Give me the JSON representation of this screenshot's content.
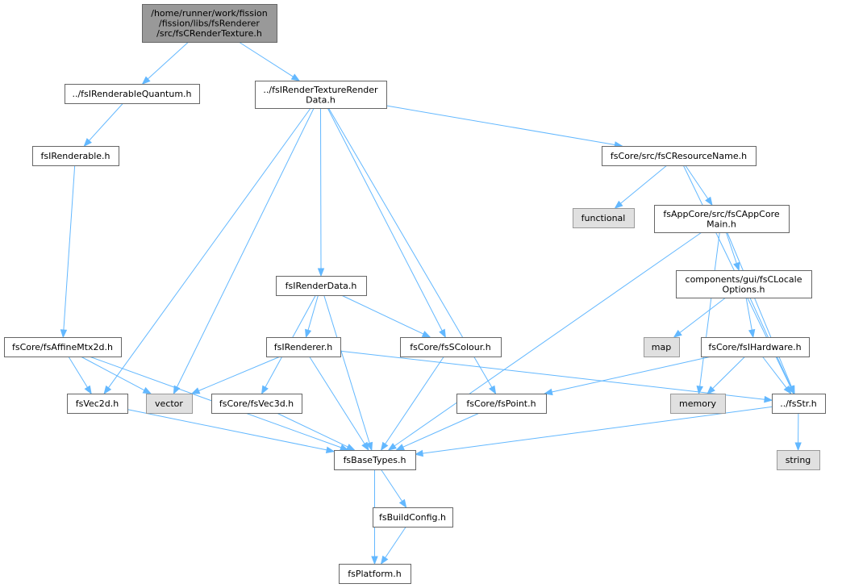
{
  "colors": {
    "edge": "#63b8ff",
    "root_fill": "#999999",
    "external_fill": "#e0e0e0",
    "node_border": "#666666",
    "file_fill": "#ffffff"
  },
  "nodes": {
    "root": {
      "lines": [
        "/home/runner/work/fission",
        "/fission/libs/fsRenderer",
        "/src/fsCRenderTexture.h"
      ],
      "kind": "root"
    },
    "quantum": {
      "lines": [
        "../fsIRenderableQuantum.h"
      ],
      "kind": "file"
    },
    "rtrd": {
      "lines": [
        "../fsIRenderTextureRender",
        "Data.h"
      ],
      "kind": "file"
    },
    "renderable": {
      "lines": [
        "fsIRenderable.h"
      ],
      "kind": "file"
    },
    "resname": {
      "lines": [
        "fsCore/src/fsCResourceName.h"
      ],
      "kind": "file"
    },
    "functional": {
      "lines": [
        "functional"
      ],
      "kind": "external"
    },
    "appcore": {
      "lines": [
        "fsAppCore/src/fsCAppCore",
        "Main.h"
      ],
      "kind": "file"
    },
    "locale": {
      "lines": [
        "components/gui/fsCLocale",
        "Options.h"
      ],
      "kind": "file"
    },
    "renderdata": {
      "lines": [
        "fsIRenderData.h"
      ],
      "kind": "file"
    },
    "affine": {
      "lines": [
        "fsCore/fsAffineMtx2d.h"
      ],
      "kind": "file"
    },
    "renderer": {
      "lines": [
        "fsIRenderer.h"
      ],
      "kind": "file"
    },
    "colour": {
      "lines": [
        "fsCore/fsSColour.h"
      ],
      "kind": "file"
    },
    "map": {
      "lines": [
        "map"
      ],
      "kind": "external"
    },
    "hardware": {
      "lines": [
        "fsCore/fsIHardware.h"
      ],
      "kind": "file"
    },
    "vec2d": {
      "lines": [
        "fsVec2d.h"
      ],
      "kind": "file"
    },
    "vector": {
      "lines": [
        "vector"
      ],
      "kind": "external"
    },
    "vec3d": {
      "lines": [
        "fsCore/fsVec3d.h"
      ],
      "kind": "file"
    },
    "point": {
      "lines": [
        "fsCore/fsPoint.h"
      ],
      "kind": "file"
    },
    "memory": {
      "lines": [
        "memory"
      ],
      "kind": "external"
    },
    "str": {
      "lines": [
        "../fsStr.h"
      ],
      "kind": "file"
    },
    "basetypes": {
      "lines": [
        "fsBaseTypes.h"
      ],
      "kind": "file"
    },
    "string": {
      "lines": [
        "string"
      ],
      "kind": "external"
    },
    "buildconfig": {
      "lines": [
        "fsBuildConfig.h"
      ],
      "kind": "file"
    },
    "platform": {
      "lines": [
        "fsPlatform.h"
      ],
      "kind": "file"
    }
  },
  "edges": [
    [
      "root",
      "quantum"
    ],
    [
      "root",
      "rtrd"
    ],
    [
      "quantum",
      "renderable"
    ],
    [
      "renderable",
      "affine"
    ],
    [
      "rtrd",
      "vec2d"
    ],
    [
      "rtrd",
      "vector"
    ],
    [
      "rtrd",
      "renderdata"
    ],
    [
      "rtrd",
      "colour"
    ],
    [
      "rtrd",
      "point"
    ],
    [
      "rtrd",
      "resname"
    ],
    [
      "resname",
      "functional"
    ],
    [
      "resname",
      "appcore"
    ],
    [
      "resname",
      "str"
    ],
    [
      "appcore",
      "basetypes"
    ],
    [
      "appcore",
      "memory"
    ],
    [
      "appcore",
      "locale"
    ],
    [
      "appcore",
      "str"
    ],
    [
      "locale",
      "map"
    ],
    [
      "locale",
      "hardware"
    ],
    [
      "locale",
      "str"
    ],
    [
      "hardware",
      "point"
    ],
    [
      "hardware",
      "memory"
    ],
    [
      "hardware",
      "str"
    ],
    [
      "renderdata",
      "vec3d"
    ],
    [
      "renderdata",
      "renderer"
    ],
    [
      "renderdata",
      "basetypes"
    ],
    [
      "renderdata",
      "colour"
    ],
    [
      "renderer",
      "vector"
    ],
    [
      "renderer",
      "basetypes"
    ],
    [
      "renderer",
      "str"
    ],
    [
      "affine",
      "vec2d"
    ],
    [
      "affine",
      "vector"
    ],
    [
      "affine",
      "basetypes"
    ],
    [
      "vec2d",
      "basetypes"
    ],
    [
      "vec3d",
      "basetypes"
    ],
    [
      "colour",
      "basetypes"
    ],
    [
      "point",
      "basetypes"
    ],
    [
      "str",
      "basetypes"
    ],
    [
      "str",
      "string"
    ],
    [
      "basetypes",
      "buildconfig"
    ],
    [
      "basetypes",
      "platform"
    ],
    [
      "buildconfig",
      "platform"
    ]
  ]
}
